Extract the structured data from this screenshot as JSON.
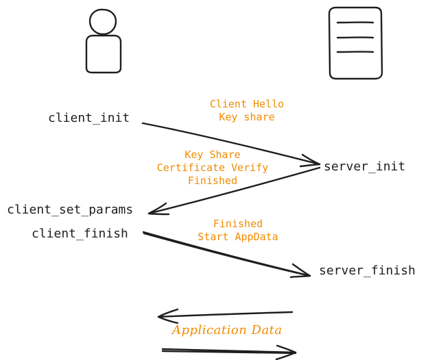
{
  "colors": {
    "ink": "#1e1e1e",
    "accent": "#f08c00",
    "background": "#ffffff"
  },
  "actors": {
    "client_icon": "user-icon",
    "server_icon": "server-icon"
  },
  "states": {
    "client_init": "client_init",
    "server_init": "server_init",
    "client_set_params": "client_set_params",
    "client_finish": "client_finish",
    "server_finish": "server_finish"
  },
  "messages": {
    "m1": [
      "Client Hello",
      "Key share"
    ],
    "m2": [
      "Key Share",
      "Certificate Verify",
      "Finished"
    ],
    "m3": [
      "Finished",
      "Start AppData"
    ],
    "app_data": "Application Data"
  }
}
